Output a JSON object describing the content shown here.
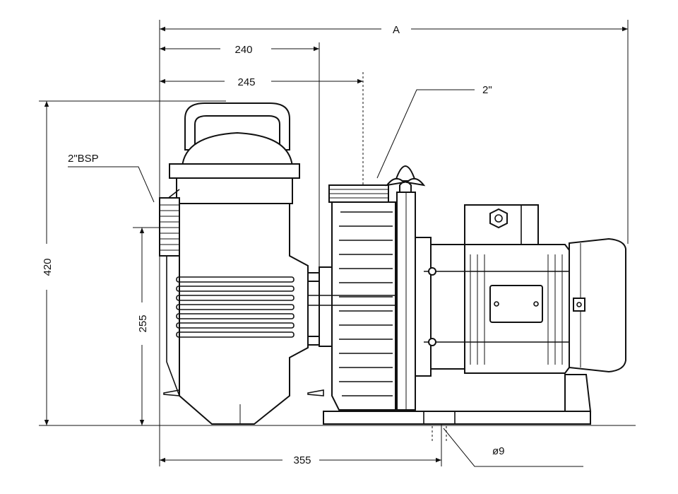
{
  "dimensions": {
    "overall_length": "A",
    "strainer_width": "240",
    "port_centers": "245",
    "outlet_size": "2\"",
    "inlet_size": "2\"BSP",
    "total_height": "420",
    "inlet_height": "255",
    "foot_distance": "355",
    "mount_hole": "ø9"
  }
}
